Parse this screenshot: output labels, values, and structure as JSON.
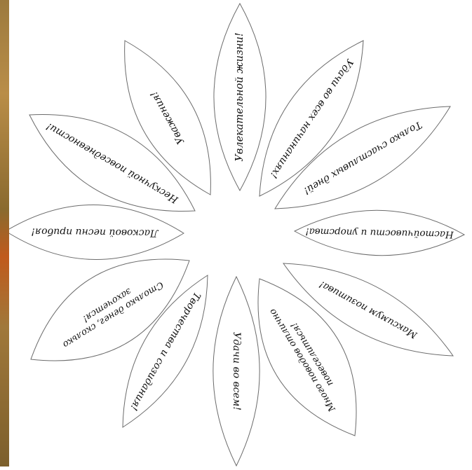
{
  "diagram": {
    "title": "",
    "petals": [
      {
        "id": "p1",
        "lines": [
          "Увлекательной жизни!"
        ]
      },
      {
        "id": "p2",
        "lines": [
          "Удачи во всех начинаниях!"
        ]
      },
      {
        "id": "p3",
        "lines": [
          "Только счастливых дней!"
        ]
      },
      {
        "id": "p4",
        "lines": [
          "Настойчивости и упорства!"
        ]
      },
      {
        "id": "p5",
        "lines": [
          "Максимум позитива!"
        ]
      },
      {
        "id": "p6",
        "lines": [
          "Много поводов отлично",
          "повеселиться!"
        ]
      },
      {
        "id": "p7",
        "lines": [
          "Удачи во всем!"
        ]
      },
      {
        "id": "p8",
        "lines": [
          "Творчества и созидания!"
        ]
      },
      {
        "id": "p9",
        "lines": [
          "Столько денег, сколько",
          "захочется!"
        ]
      },
      {
        "id": "p10",
        "lines": [
          "Ласковой песни прибоя!"
        ]
      },
      {
        "id": "p11",
        "lines": [
          "Нескучной повседневности!"
        ]
      },
      {
        "id": "p12",
        "lines": [
          "Уважения!"
        ]
      }
    ],
    "colors": {
      "petal_fill": "#ffffff",
      "petal_stroke": "#6b6b6b",
      "text": "#111111",
      "edge_strip": "#9c7a3e"
    }
  }
}
